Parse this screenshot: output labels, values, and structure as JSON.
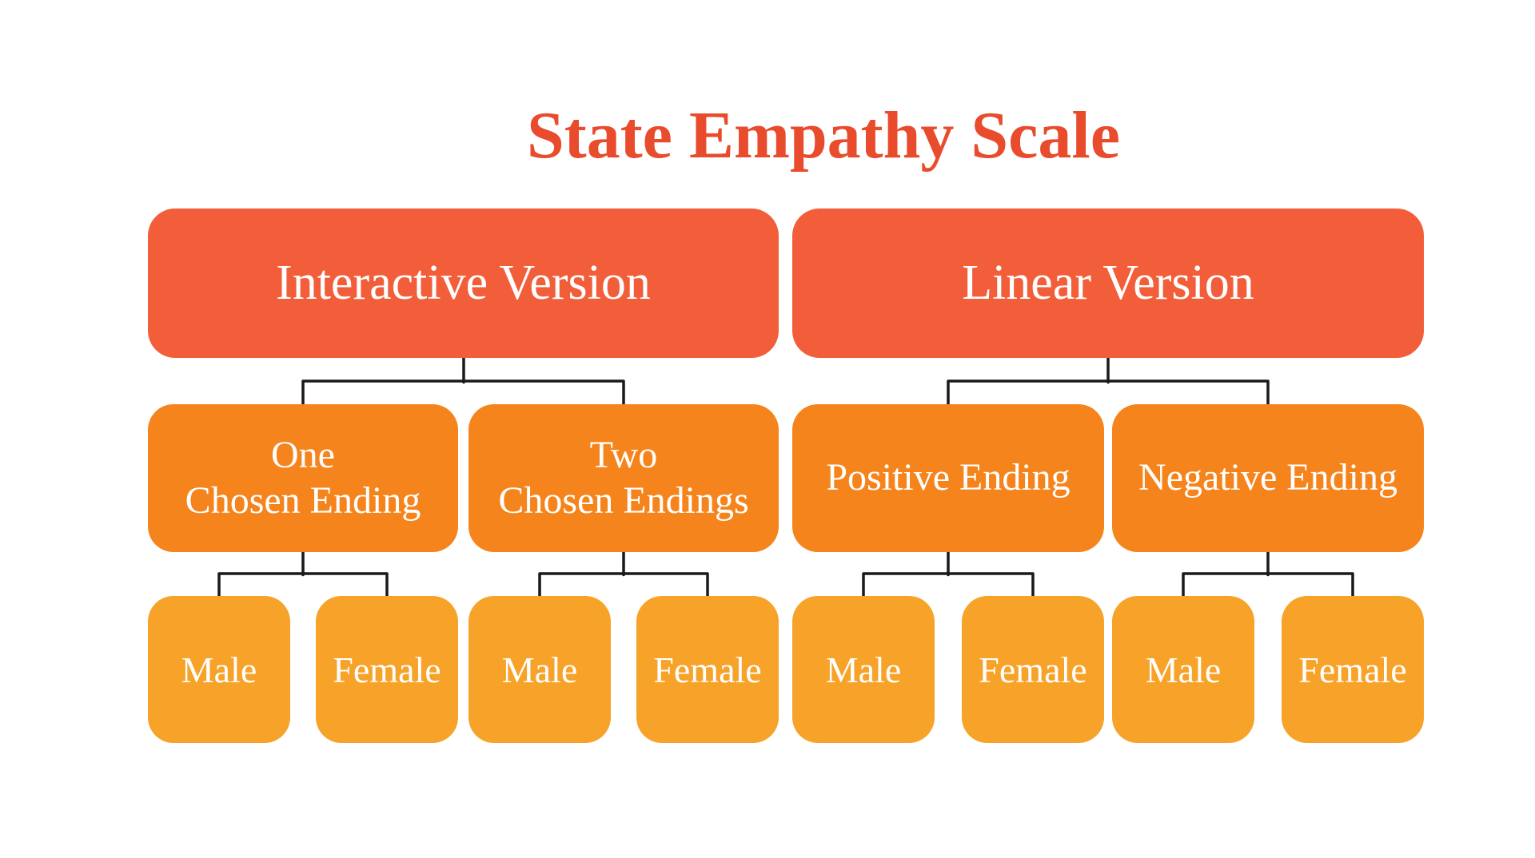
{
  "title": {
    "text": "State Empathy Scale"
  },
  "palette": {
    "title": "#E94B2D",
    "level1": "#F25E39",
    "level2": "#F6841C",
    "level3": "#F7A329",
    "connector": "#1A1A1A",
    "node_text": "#FFFFFF",
    "background": "#FFFFFF"
  },
  "tree": [
    {
      "label": "Interactive Version",
      "children": [
        {
          "label": "One\nChosen Ending",
          "children": [
            {
              "label": "Male"
            },
            {
              "label": "Female"
            }
          ]
        },
        {
          "label": "Two\nChosen Endings",
          "children": [
            {
              "label": "Male"
            },
            {
              "label": "Female"
            }
          ]
        }
      ]
    },
    {
      "label": "Linear Version",
      "children": [
        {
          "label": "Positive Ending",
          "children": [
            {
              "label": "Male"
            },
            {
              "label": "Female"
            }
          ]
        },
        {
          "label": "Negative Ending",
          "children": [
            {
              "label": "Male"
            },
            {
              "label": "Female"
            }
          ]
        }
      ]
    }
  ]
}
